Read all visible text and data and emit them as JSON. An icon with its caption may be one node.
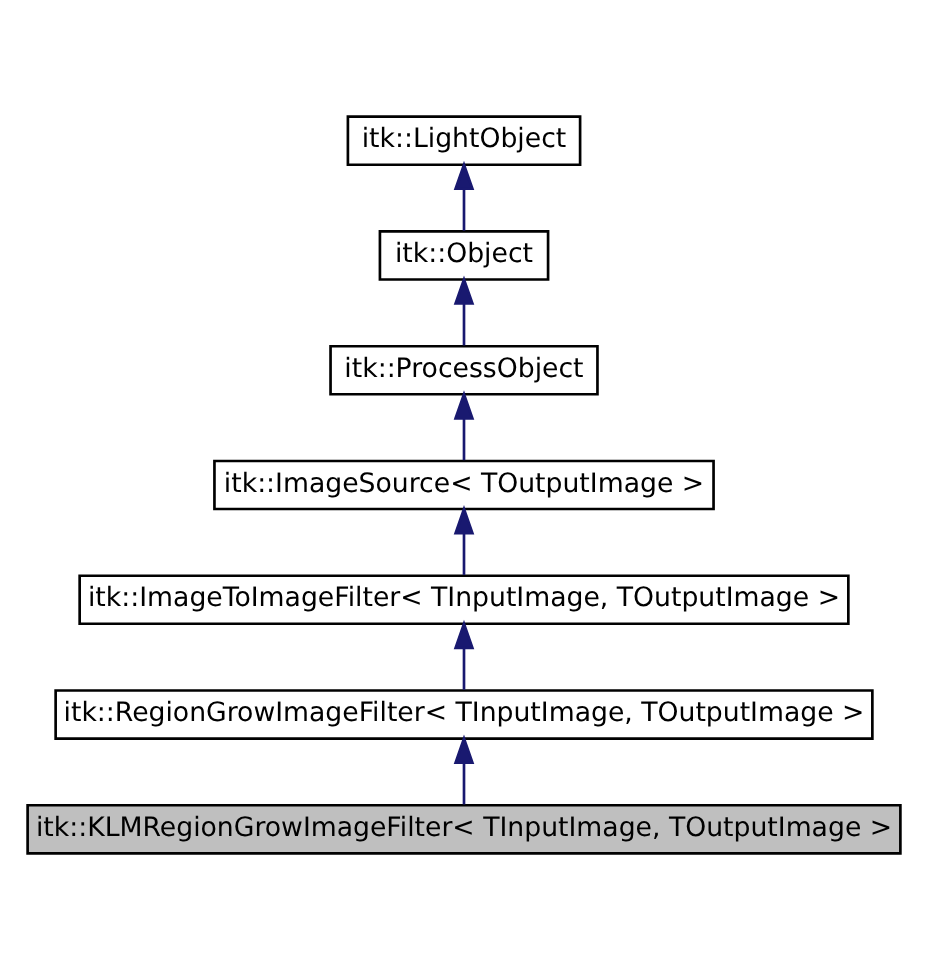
{
  "diagram": {
    "nodes": [
      {
        "text": [
          "itk::LightObject"
        ]
      },
      {
        "text": [
          "itk::Object"
        ]
      },
      {
        "text": [
          "itk::ProcessObject"
        ]
      },
      {
        "text": [
          "itk::ImageSource< TOutputImage >"
        ]
      },
      {
        "text": [
          "itk::ImageToImageFilter< TInputImage, TOutputImage >"
        ]
      },
      {
        "text": [
          "itk::RegionGrowImageFilter< TInputImage, TOutputImage >"
        ]
      },
      {
        "text": [
          "itk::KLMRegionGrowImageFilter< TInputImage, TOutputImage >"
        ]
      }
    ],
    "edges": [
      {
        "from": 1,
        "to": 0,
        "arrow": "to"
      },
      {
        "from": 2,
        "to": 1,
        "arrow": "to"
      },
      {
        "from": 3,
        "to": 2,
        "arrow": "to"
      },
      {
        "from": 4,
        "to": 3,
        "arrow": "to"
      },
      {
        "from": 5,
        "to": 4,
        "arrow": "to"
      },
      {
        "from": 6,
        "to": 5,
        "arrow": "to"
      }
    ]
  }
}
